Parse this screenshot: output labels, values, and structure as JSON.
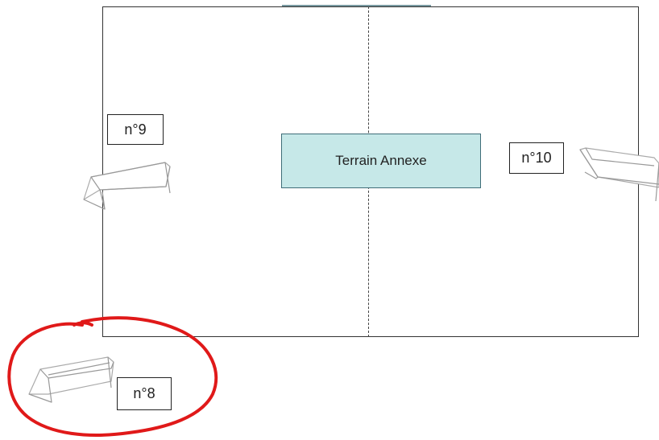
{
  "field": {
    "name": "Terrain Annexe"
  },
  "goals": [
    {
      "label": "n°9"
    },
    {
      "label": "n°10"
    },
    {
      "label": "n°8"
    }
  ],
  "colors": {
    "field_fill": "#c6e8e8",
    "field_accent": "#3f6d78",
    "highlight": "#e01919",
    "line": "#333333"
  }
}
